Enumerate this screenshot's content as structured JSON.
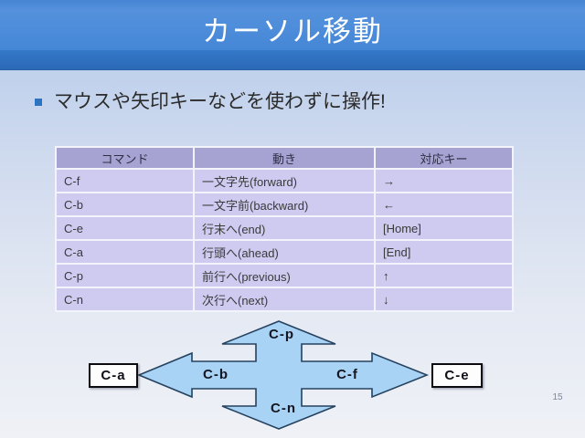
{
  "slide": {
    "title": "カーソル移動",
    "bullet": "マウスや矢印キーなどを使わずに操作!",
    "page_number": "15"
  },
  "table": {
    "headers": [
      "コマンド",
      "動き",
      "対応キー"
    ],
    "rows": [
      [
        "C-f",
        "一文字先(forward)",
        "→"
      ],
      [
        "C-b",
        "一文字前(backward)",
        "←"
      ],
      [
        "C-e",
        "行末へ(end)",
        "[Home]"
      ],
      [
        "C-a",
        "行頭へ(ahead)",
        "[End]"
      ],
      [
        "C-p",
        "前行へ(previous)",
        "↑"
      ],
      [
        "C-n",
        "次行へ(next)",
        "↓"
      ]
    ]
  },
  "diagram": {
    "up_label": "C-p",
    "down_label": "C-n",
    "left_label": "C-b",
    "right_label": "C-f",
    "left_box": "C-a",
    "right_box": "C-e",
    "arrow_fill": "#a9d3f5",
    "arrow_stroke": "#25425f"
  },
  "colors": {
    "title_bar_top": "#4d8dda",
    "title_bar_dark_band": "#2b69b6",
    "title_text": "#ffffff",
    "body_background_top": "#adc7e8",
    "body_background_bottom": "#eff1f6",
    "bullet_marker": "#2e73c0",
    "table_header_bg": "#a6a2d2",
    "table_row_bg": "#cecaf0",
    "table_text": "#3a3a3a"
  }
}
